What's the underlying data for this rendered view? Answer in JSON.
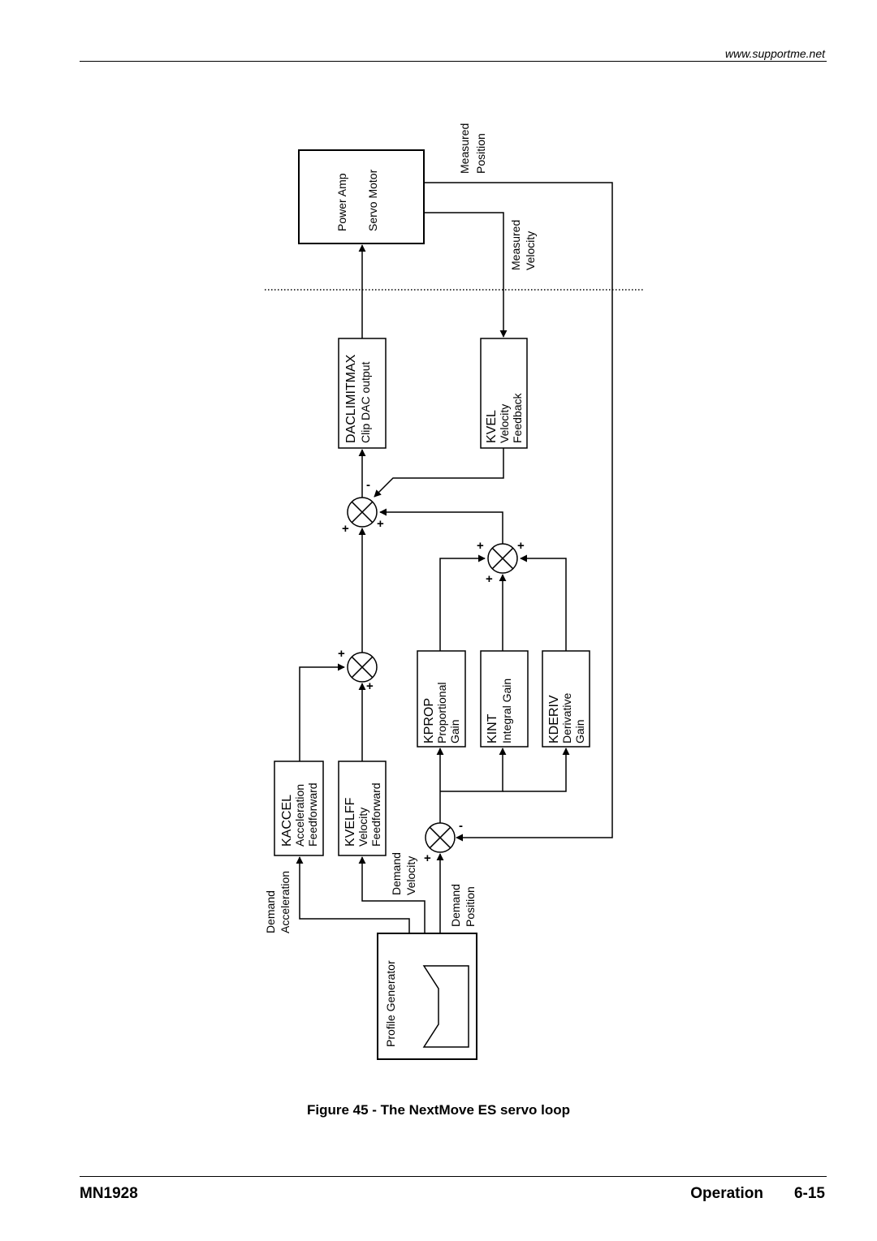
{
  "header": {
    "url": "www.supportme.net"
  },
  "diagram": {
    "profile_generator": "Profile Generator",
    "demand_acceleration": [
      "Demand",
      "Acceleration"
    ],
    "demand_velocity": [
      "Demand",
      "Velocity"
    ],
    "demand_position": [
      "Demand",
      "Position"
    ],
    "kaccel": [
      "KACCEL",
      "Acceleration",
      "Feedforward"
    ],
    "kvelff": [
      "KVELFF",
      "Velocity",
      "Feedforward"
    ],
    "kprop": [
      "KPROP",
      "Proportional",
      "Gain"
    ],
    "kint": [
      "KINT",
      "Integral Gain"
    ],
    "kderiv": [
      "KDERIV",
      "Derivative",
      "Gain"
    ],
    "kvel": [
      "KVEL",
      "Velocity",
      "Feedback"
    ],
    "daclimit": [
      "DACLIMITMAX",
      "Clip DAC output"
    ],
    "power_amp": [
      "Power Amp",
      "Servo Motor"
    ],
    "measured_position": [
      "Measured",
      "Position"
    ],
    "measured_velocity": [
      "Measured",
      "Velocity"
    ],
    "signs": {
      "plus": "+",
      "minus": "-"
    }
  },
  "caption": "Figure 45 - The NextMove ES servo loop",
  "footer": {
    "doc_code": "MN1928",
    "section": "Operation",
    "page": "6-15"
  }
}
